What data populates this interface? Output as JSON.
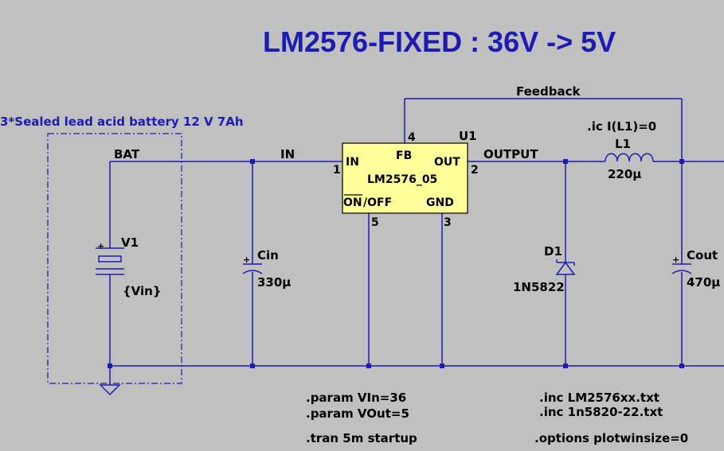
{
  "title": "LM2576-FIXED : 36V -> 5V",
  "battery_note": "3*Sealed lead acid battery 12 V 7Ah",
  "nets": {
    "bat": "BAT",
    "in": "IN",
    "output": "OUTPUT",
    "feedback": "Feedback"
  },
  "ic": {
    "ref": "U1",
    "part": "LM2576_05",
    "pin_in": "IN",
    "pin_fb": "FB",
    "pin_out": "OUT",
    "pin_onoff_overbar": "ON",
    "pin_onoff_rest": "/OFF",
    "pin_gnd": "GND",
    "num_1": "1",
    "num_2": "2",
    "num_3": "3",
    "num_4": "4",
    "num_5": "5"
  },
  "v1": {
    "ref": "V1",
    "value": "{Vin}",
    "plus": "+"
  },
  "cin": {
    "ref": "Cin",
    "value": "330µ",
    "plus": "+"
  },
  "d1": {
    "ref": "D1",
    "value": "1N5822"
  },
  "l1": {
    "ref": "L1",
    "value": "220µ",
    "ic": ".ic I(L1)=0"
  },
  "cout": {
    "ref": "Cout",
    "value": "470µ",
    "plus": "+"
  },
  "directives": {
    "param_vin": ".param VIn=36",
    "param_vout": ".param VOut=5",
    "tran": ".tran 5m startup",
    "inc1": ".inc LM2576xx.txt",
    "inc2": ".inc 1n5820-22.txt",
    "options": ".options plotwinsize=0"
  },
  "colors": {
    "background": "#c0c0c0",
    "wire": "#1c1cb4",
    "ic_fill": "#ffff99",
    "text": "#000000"
  }
}
